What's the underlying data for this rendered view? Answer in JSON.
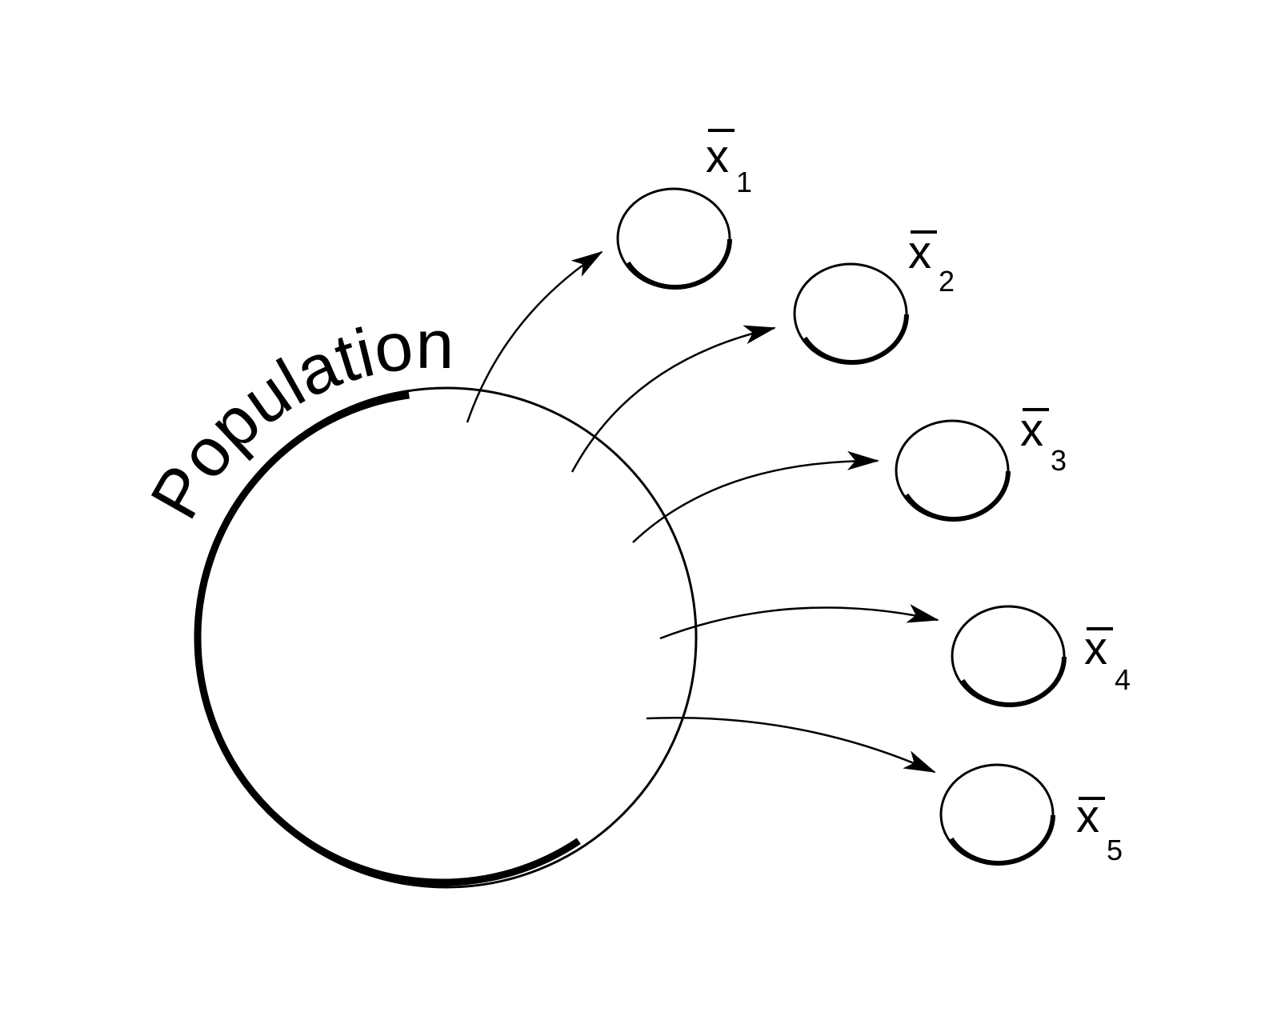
{
  "population": {
    "label": "Population"
  },
  "samples": [
    {
      "symbol": "x",
      "subscript": "1"
    },
    {
      "symbol": "x",
      "subscript": "2"
    },
    {
      "symbol": "x",
      "subscript": "3"
    },
    {
      "symbol": "x",
      "subscript": "4"
    },
    {
      "symbol": "x",
      "subscript": "5"
    }
  ],
  "colors": {
    "stroke": "#000000",
    "background": "#ffffff"
  }
}
